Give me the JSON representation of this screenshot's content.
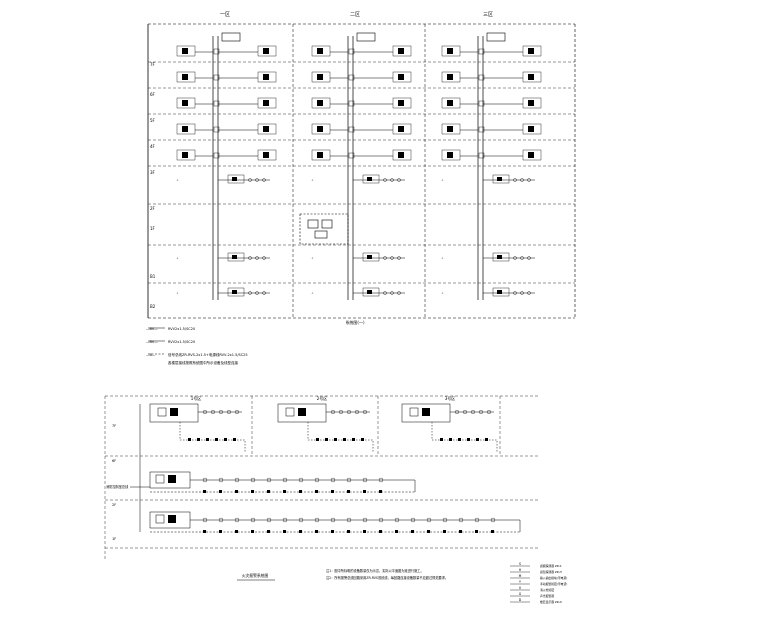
{
  "upper_diagram": {
    "building_labels": [
      "一区",
      "二区",
      "三区"
    ],
    "floor_labels": [
      "7F",
      "6F",
      "5F",
      "4F",
      "3F",
      "2F",
      "1F",
      "B1",
      "B2"
    ],
    "title": "系统图(一)",
    "legend": [
      {
        "line_style": "solid",
        "code": "—BV—",
        "text": "RVV2x1.5/SC20"
      },
      {
        "line_style": "solid",
        "code": "—BV—",
        "text": "RVV2x1.5/SC20"
      },
      {
        "line_style": "dashed",
        "code": "—B—",
        "text": "信号总线ZR-RVS-2x1.5+电源线RVV-2x1.5/SC25"
      }
    ],
    "legend_note": "各楼层接线按照系统图中所示设备及线型连接"
  },
  "lower_diagram": {
    "zone_labels": [
      "1号区",
      "2号区",
      "3号区"
    ],
    "floor_labels": [
      "7F",
      "6F",
      "2F",
      "1F"
    ],
    "side_label": "消防控制室总线",
    "title": "火灾报警系统图",
    "notes": [
      "注1：图中所标明的设备数量仅为示意，实际以平面图为准进行施工。",
      "注2：所有报警总线回路采用ZR-RVS双绞线，每回路连接设备数量不应超过规范要求。"
    ],
    "legend": [
      {
        "symbol": "S",
        "text": "感烟探测器 ZR-S"
      },
      {
        "symbol": "H",
        "text": "感温探测器 ZR-H"
      },
      {
        "symbol": "M",
        "text": "输入输出模块(带电源)"
      },
      {
        "symbol": "Y",
        "text": "手动报警按钮(带电话)"
      },
      {
        "symbol": "X",
        "text": "消火栓按钮"
      },
      {
        "symbol": "G",
        "text": "声光报警器"
      },
      {
        "symbol": "D",
        "text": "楼层显示器 ZR-D"
      }
    ]
  }
}
